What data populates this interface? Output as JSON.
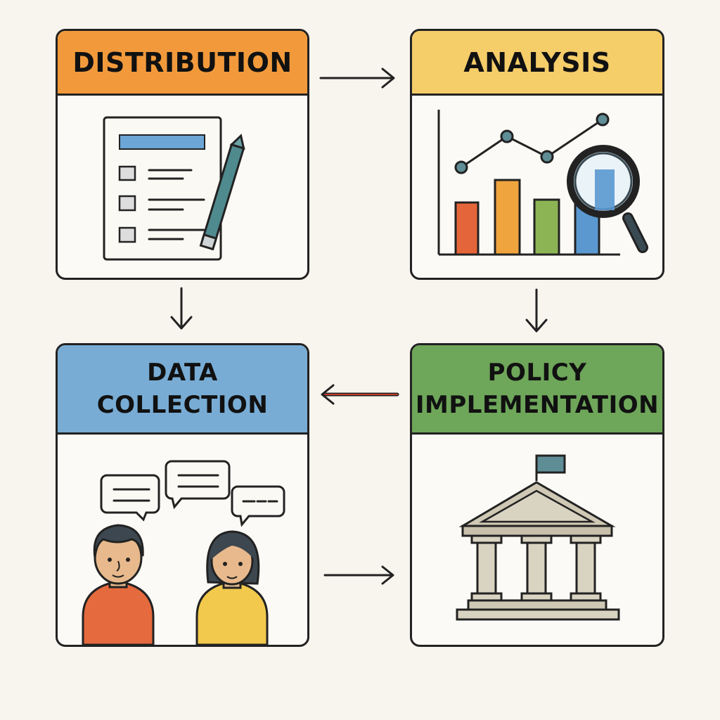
{
  "colors": {
    "background": "#f8f4ee",
    "distribution": "#f29a3b",
    "analysis": "#f5cd69",
    "data_collection": "#78acd4",
    "policy_implementation": "#6ea65a",
    "outline": "#222222",
    "arrow_red": "#c0392b"
  },
  "cards": {
    "distribution": {
      "title": "DISTRIBUTION",
      "icon": "survey-clipboard-and-pencil"
    },
    "analysis": {
      "title": "ANALYSIS",
      "icon": "bar-and-line-chart-with-magnifier"
    },
    "data_collection": {
      "title_line1": "DATA",
      "title_line2": "COLLECTION",
      "icon": "two-people-conversing"
    },
    "policy_implementation": {
      "title_line1": "POLICY",
      "title_line2": "IMPLEMENTATION",
      "icon": "government-building-with-flag"
    }
  },
  "arrows": [
    {
      "from": "distribution",
      "to": "analysis"
    },
    {
      "from": "distribution",
      "to": "data_collection"
    },
    {
      "from": "analysis",
      "to": "policy_implementation"
    },
    {
      "from": "policy_implementation",
      "to": "data_collection"
    },
    {
      "from": "data_collection",
      "to": "policy_implementation"
    }
  ]
}
